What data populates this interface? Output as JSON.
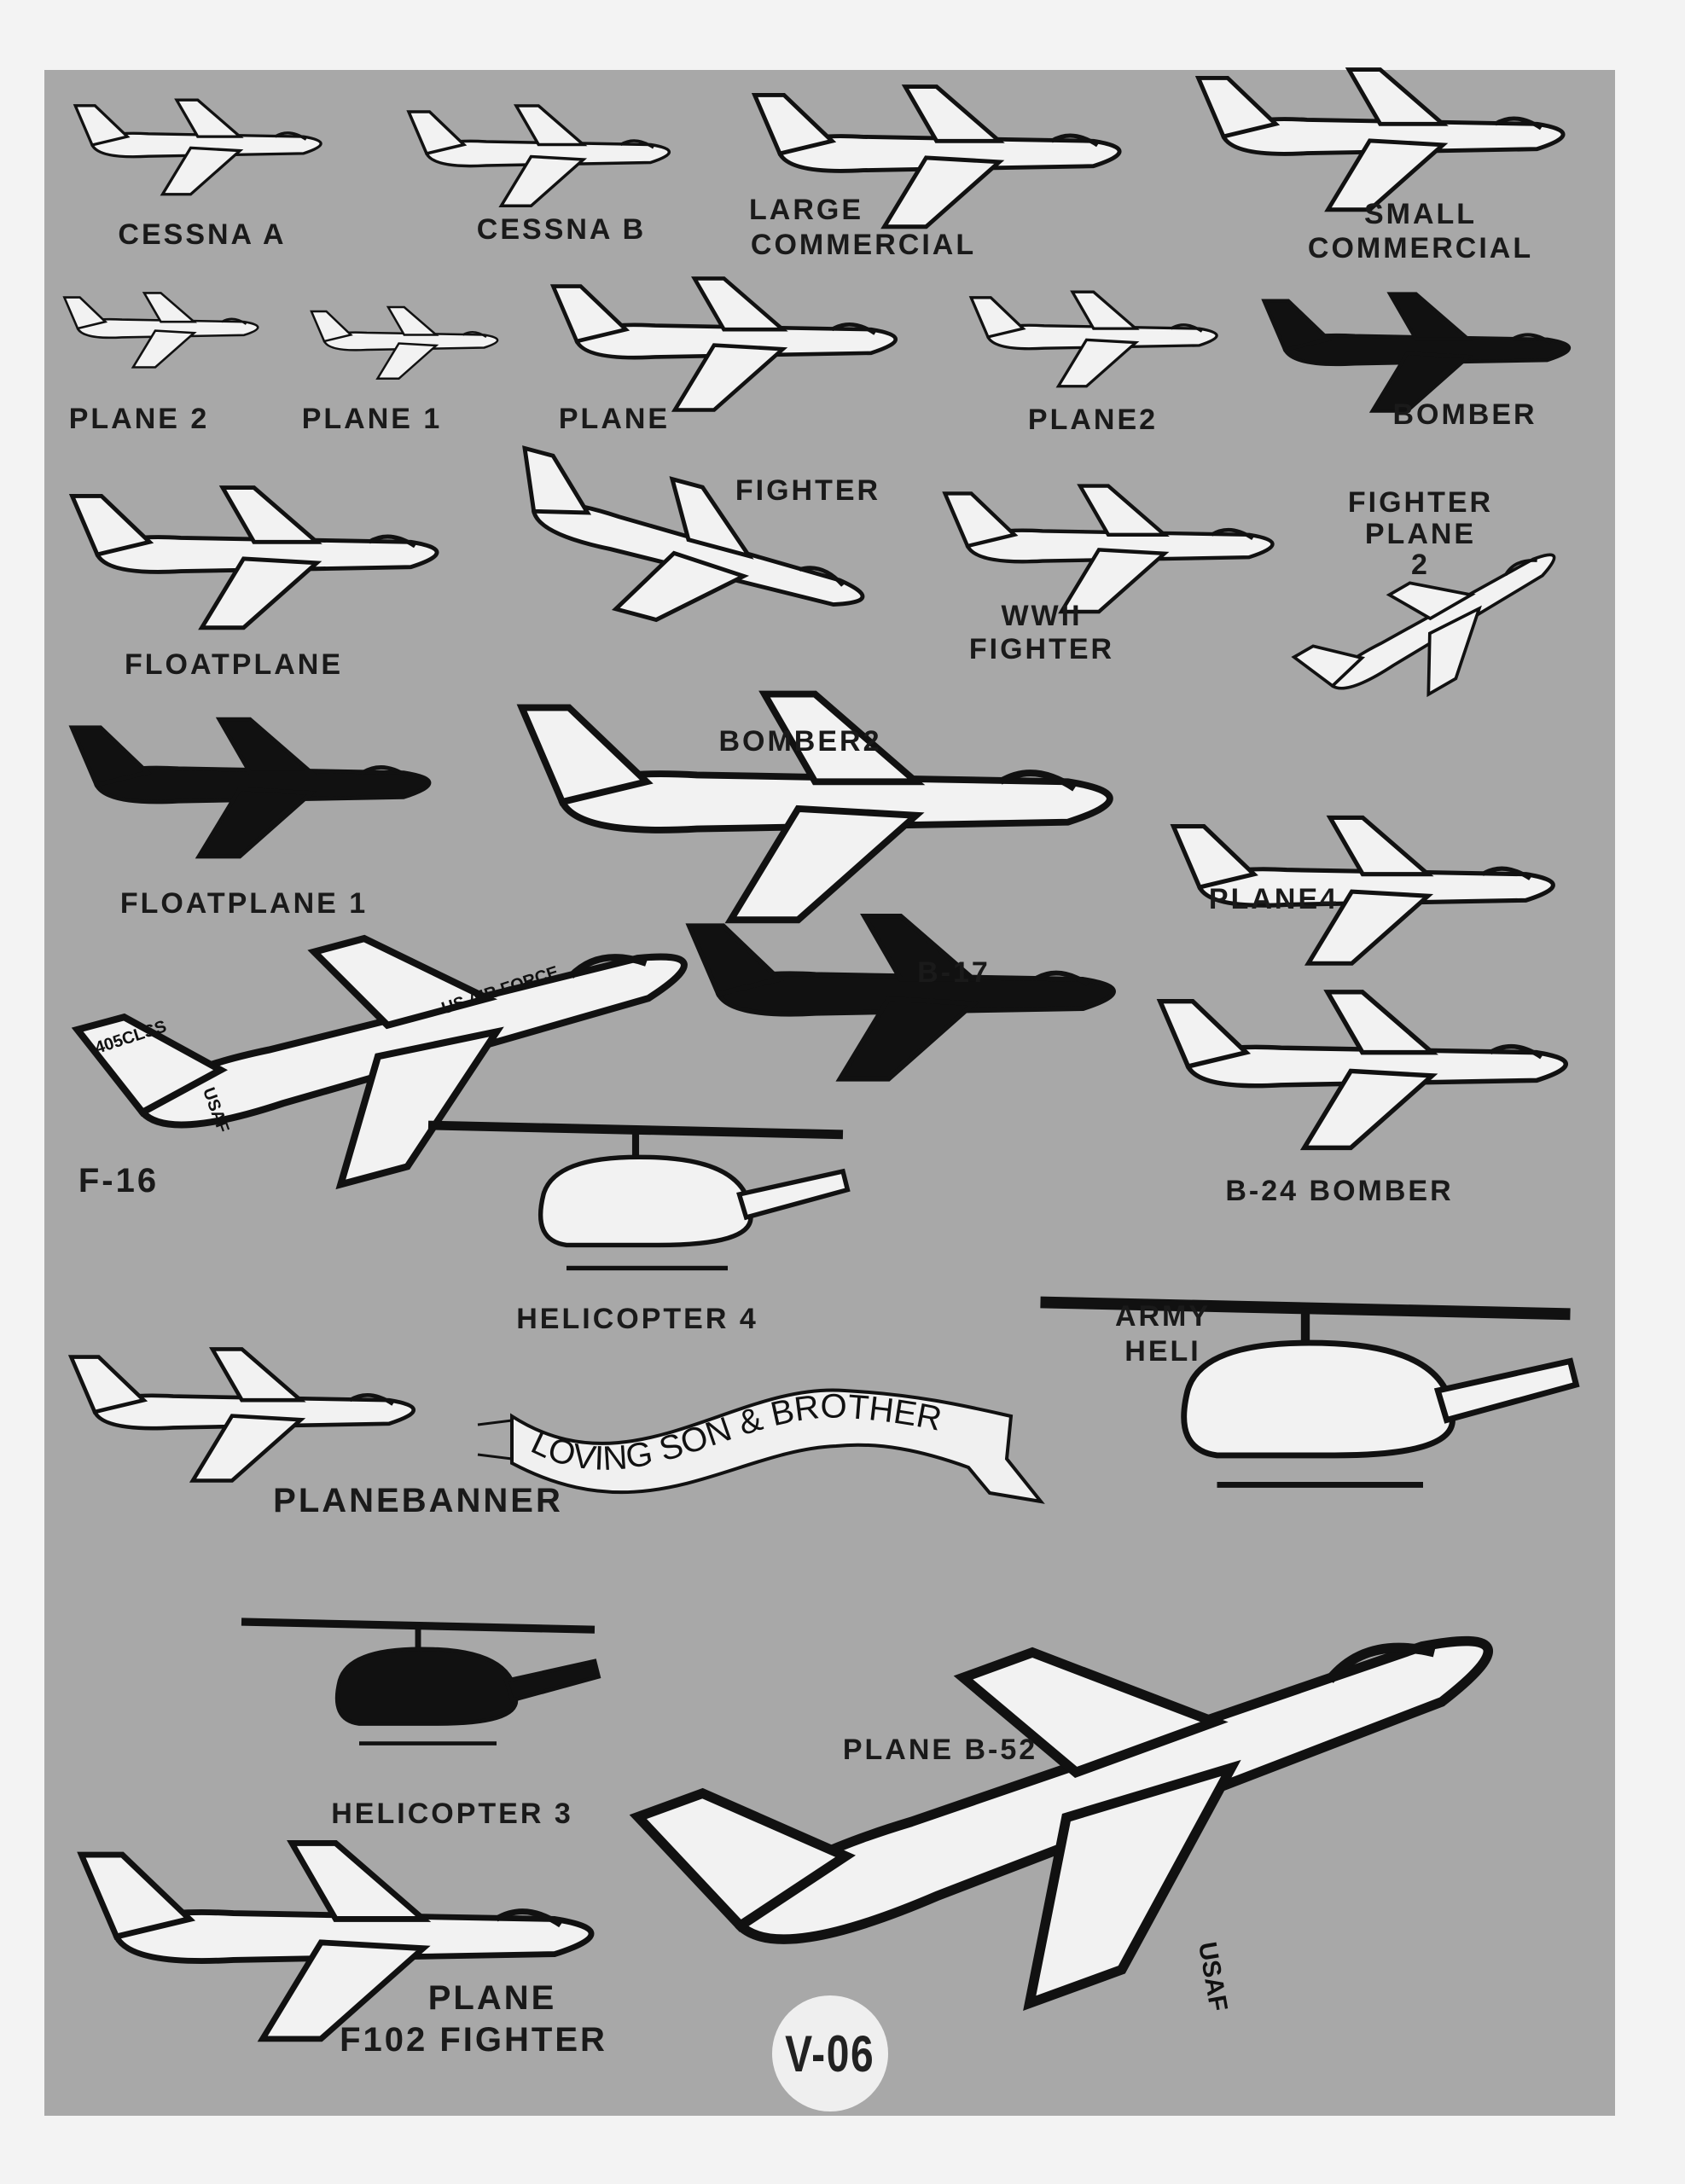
{
  "catalog_code": "V-06",
  "labels": {
    "cessna_a": "CESSNA A",
    "cessna_b": "CESSNA B",
    "large_commercial": [
      "LARGE",
      "COMMERCIAL"
    ],
    "small_commercial": [
      "SMALL",
      "COMMERCIAL"
    ],
    "plane_2": "PLANE 2",
    "plane_1": "PLANE 1",
    "plane": "PLANE",
    "plane2": "PLANE2",
    "bomber": "BOMBER",
    "fighter": "FIGHTER",
    "fighter_plane_2": [
      "FIGHTER",
      "PLANE",
      "2"
    ],
    "wwii_fighter": [
      "WWII",
      "FIGHTER"
    ],
    "floatplane": "FLOATPLANE",
    "bomber2": "BOMBER2",
    "floatplane_1": "FLOATPLANE 1",
    "plane4": "PLANE4",
    "b17": "B-17",
    "f16": "F-16",
    "b24_bomber": "B-24 BOMBER",
    "helicopter_4": "HELICOPTER 4",
    "army_heli": [
      "ARMY",
      "HELI"
    ],
    "planebanner": "PLANEBANNER",
    "plane_b52": "PLANE B-52",
    "helicopter_3": "HELICOPTER 3",
    "plane_f102_fighter": [
      "PLANE",
      "F102 FIGHTER"
    ]
  },
  "artwork_text": {
    "banner": "LOVING SON & BROTHER",
    "f16_fuselage": "US AIR FORCE",
    "f16_tail": "405CLSS",
    "f16_wing": "USAF",
    "b52_wing": "USAF"
  }
}
